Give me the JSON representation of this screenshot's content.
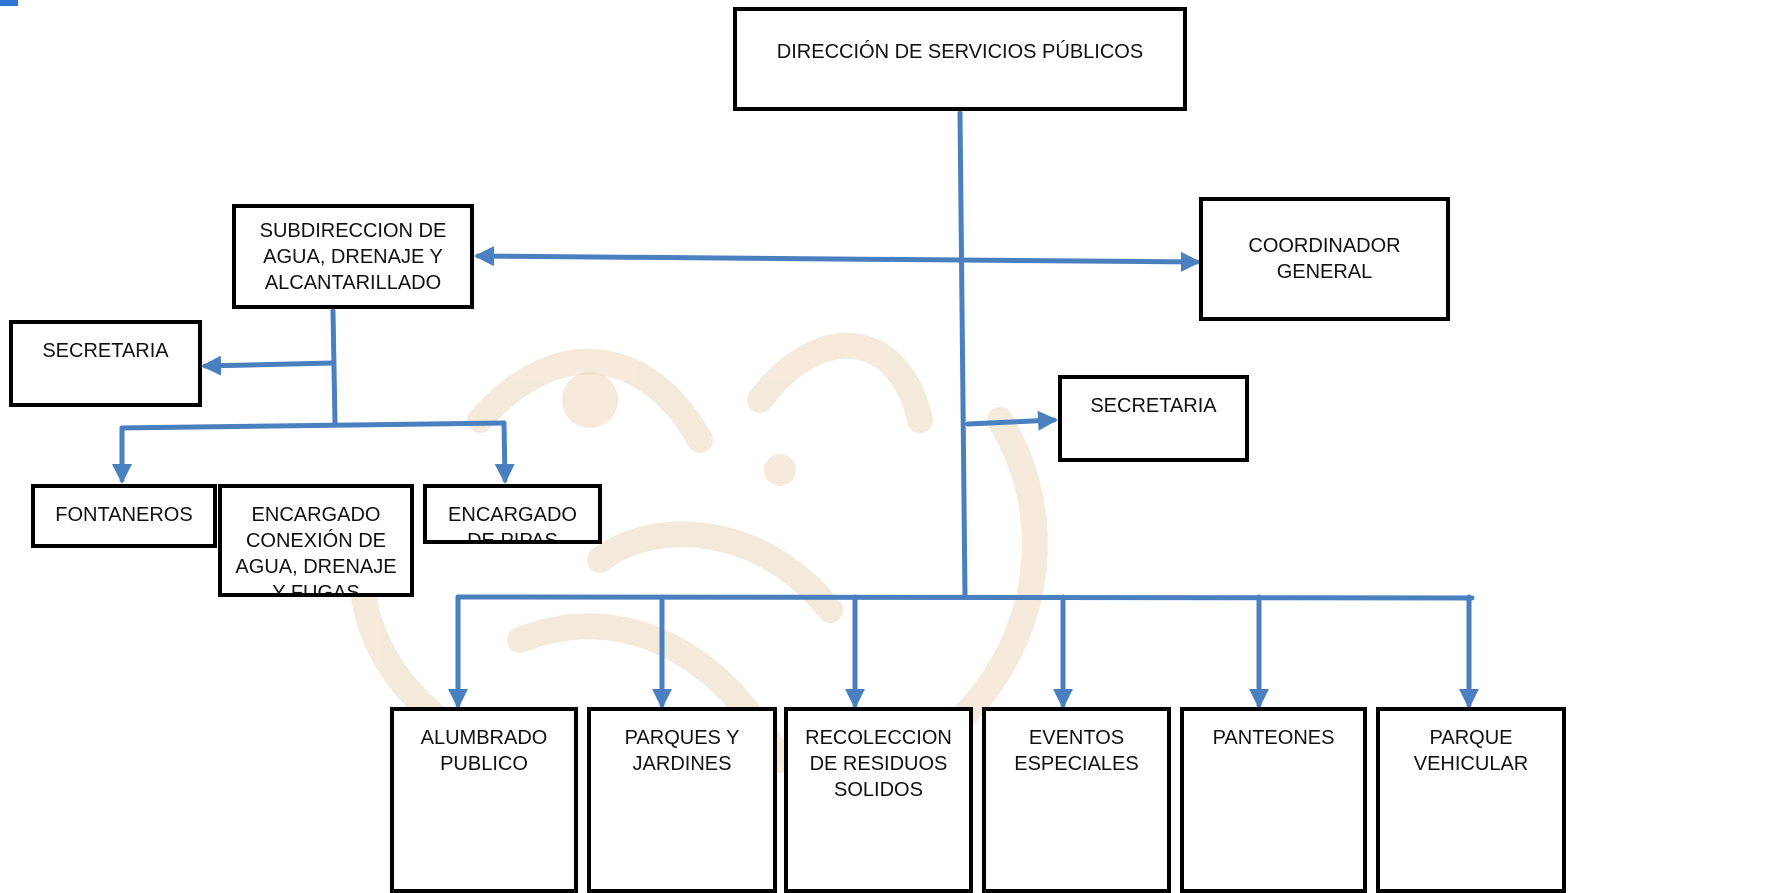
{
  "chart_data": {
    "type": "org-chart",
    "nodes": [
      {
        "id": "dir",
        "label": "DIRECCIÓN DE SERVICIOS PÚBLICOS"
      },
      {
        "id": "sub",
        "label": "SUBDIRECCION DE\nAGUA, DRENAJE Y\nALCANTARILLADO"
      },
      {
        "id": "coord",
        "label": "COORDINADOR\nGENERAL"
      },
      {
        "id": "sec_left",
        "label": "SECRETARIA"
      },
      {
        "id": "sec_right",
        "label": "SECRETARIA"
      },
      {
        "id": "font",
        "label": "FONTANEROS"
      },
      {
        "id": "enc_con",
        "label": "ENCARGADO\nCONEXIÓN DE\nAGUA, DRENAJE\nY FUGAS"
      },
      {
        "id": "enc_pip",
        "label": "ENCARGADO\nDE PIPAS"
      },
      {
        "id": "alum",
        "label": "ALUMBRADO\nPUBLICO"
      },
      {
        "id": "parq",
        "label": "PARQUES Y\nJARDINES"
      },
      {
        "id": "reco",
        "label": "RECOLECCION\nDE RESIDUOS\nSOLIDOS"
      },
      {
        "id": "even",
        "label": "EVENTOS\nESPECIALES"
      },
      {
        "id": "pant",
        "label": "PANTEONES"
      },
      {
        "id": "veh",
        "label": "PARQUE\nVEHICULAR"
      }
    ],
    "edges": [
      [
        "dir",
        "sub"
      ],
      [
        "dir",
        "coord"
      ],
      [
        "dir",
        "sec_right"
      ],
      [
        "dir",
        "alum"
      ],
      [
        "dir",
        "parq"
      ],
      [
        "dir",
        "reco"
      ],
      [
        "dir",
        "even"
      ],
      [
        "dir",
        "pant"
      ],
      [
        "dir",
        "veh"
      ],
      [
        "sub",
        "sec_left"
      ],
      [
        "sub",
        "font"
      ],
      [
        "sub",
        "enc_pip"
      ]
    ]
  },
  "colors": {
    "connector": "#4a7fc0",
    "border": "#000000",
    "watermark": "#e9d3b6"
  }
}
